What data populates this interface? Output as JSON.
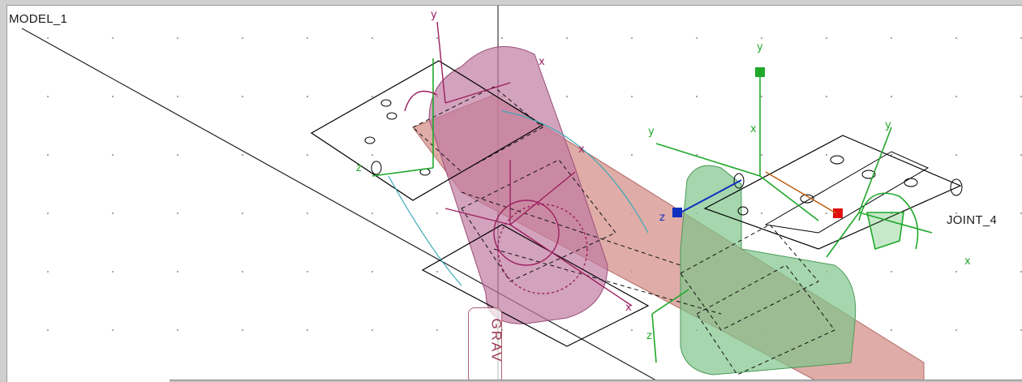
{
  "viewport": {
    "model_label": "MODEL_1",
    "joint_label": "JOINT_4",
    "vertical_tag": "GRAV",
    "axis_letters": {
      "x": "x",
      "y": "y",
      "z": "z"
    }
  },
  "colors": {
    "part_magenta": "#c07aa0",
    "part_salmon": "#d4908a",
    "part_green": "#7fc48a",
    "axis_green": "#1fa82a",
    "marker_magenta": "#9b2060",
    "marker_blue": "#1030c0",
    "marker_red": "#e01010",
    "wire_black": "#000000",
    "wire_cyan": "#3aa9b8",
    "grid_dot": "#8a8a8a"
  }
}
